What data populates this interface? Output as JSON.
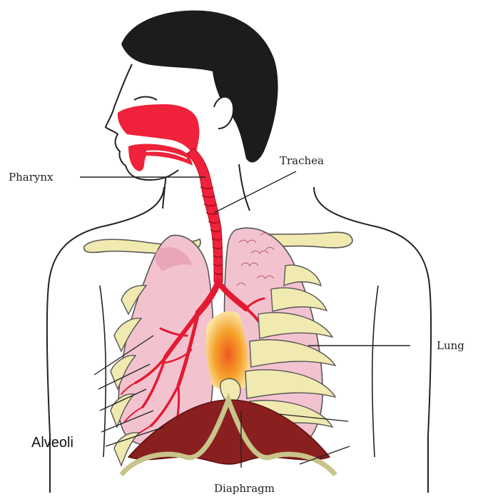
{
  "labels": {
    "pharynx": "Pharynx",
    "trachea": "Trachea",
    "lung": "Lung",
    "alveoli": "Alveoli",
    "diaphragm": "Diaphragm"
  },
  "colors": {
    "airway_red": "#f0213a",
    "lung_pink": "#f2c3cf",
    "lung_shade": "#e79aaf",
    "bone_yellow": "#f0eab0",
    "diaphragm_dark": "#8a1f1f",
    "hair": "#1c1c1c",
    "glow_orange": "#f29a2a",
    "outline": "#222222"
  }
}
